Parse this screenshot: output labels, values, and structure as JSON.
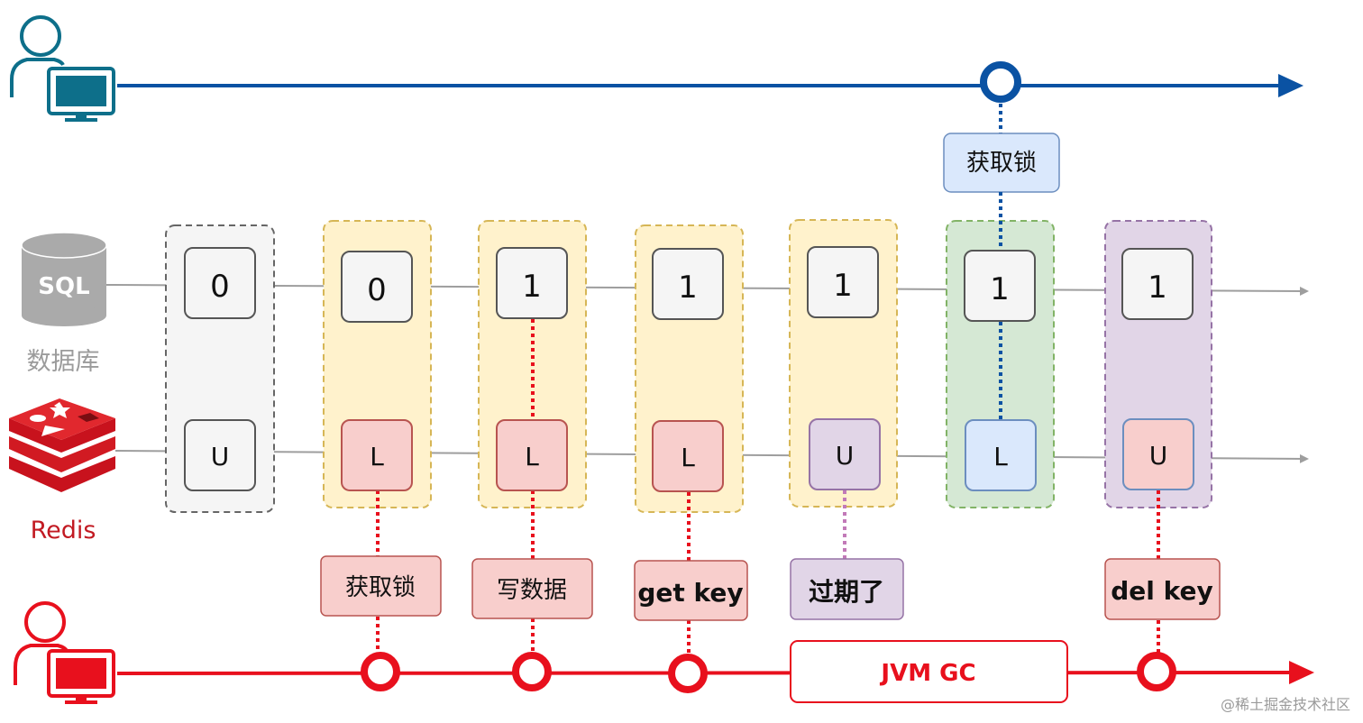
{
  "labels": {
    "database": "数据库",
    "redis": "Redis",
    "sql_logo": "SQL",
    "watermark": "@稀土掘金技术社区"
  },
  "top_event": {
    "label": "获取锁"
  },
  "steps": [
    {
      "db": "0",
      "redis": "U",
      "event": ""
    },
    {
      "db": "0",
      "redis": "L",
      "event": "获取锁"
    },
    {
      "db": "1",
      "redis": "L",
      "event": "写数据"
    },
    {
      "db": "1",
      "redis": "L",
      "event": "get key"
    },
    {
      "db": "1",
      "redis": "U",
      "event": "过期了"
    },
    {
      "db": "1",
      "redis": "L",
      "event": ""
    },
    {
      "db": "1",
      "redis": "U",
      "event": "del key"
    }
  ],
  "gc_label": "JVM GC",
  "colors": {
    "blue": "#0a52a3",
    "red": "#e8101d",
    "teal": "#0d6f8a"
  }
}
